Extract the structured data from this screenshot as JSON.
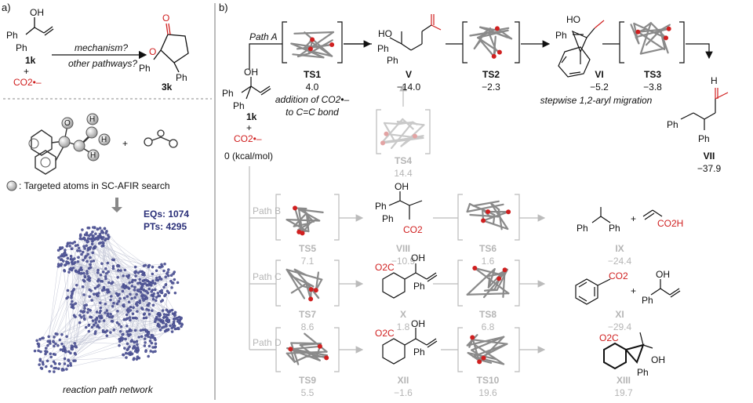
{
  "panel_a": {
    "label": "a)",
    "sm_oh": "OH",
    "sm_ph1": "Ph",
    "sm_ph2": "Ph",
    "sm_id": "1k",
    "plus": "+",
    "co2": "CO2•–",
    "question1": "mechanism?",
    "question2": "other pathways?",
    "prod_ph1": "Ph",
    "prod_ph2": "Ph",
    "prod_o": "O",
    "prod_o2": "O",
    "prod_id": "3k",
    "search_legend": ": Targeted atoms in SC-AFIR search",
    "atom_o": "O",
    "atom_h": "H",
    "eqs": "EQs: 1074",
    "pts": "PTs:  4295",
    "network_caption": "reaction path network"
  },
  "panel_b": {
    "label": "b)",
    "start": {
      "oh": "OH",
      "ph1": "Ph",
      "ph2": "Ph",
      "id": "1k",
      "plus": "+",
      "co2": "CO2•–",
      "energy": "0 (kcal/mol)"
    },
    "path_a": {
      "label": "Path A",
      "ts1": {
        "id": "TS1",
        "energy": "4.0"
      },
      "ts1_note1": "addition of CO2•–",
      "ts1_note2": "to C=C bond",
      "v": {
        "id": "V",
        "energy": "−14.0",
        "ho": "HO",
        "ph1": "Ph",
        "ph2": "Ph"
      },
      "ts2": {
        "id": "TS2",
        "energy": "−2.3"
      },
      "vi": {
        "id": "VI",
        "energy": "−5.2",
        "ho": "HO",
        "ph": "Ph"
      },
      "vi_note": "stepwise 1,2-aryl migration",
      "ts3": {
        "id": "TS3",
        "energy": "−3.8"
      },
      "vii": {
        "id": "VII",
        "energy": "−37.9",
        "h": "H",
        "ph1": "Ph",
        "ph2": "Ph"
      },
      "ts4": {
        "id": "TS4",
        "energy": "14.4"
      }
    },
    "path_b": {
      "label": "Path B",
      "ts5": {
        "id": "TS5",
        "energy": "7.1"
      },
      "viii": {
        "id": "VIII",
        "energy": "−10.9",
        "oh": "OH",
        "ph1": "Ph",
        "ph2": "Ph",
        "co2": "CO2"
      },
      "ts6": {
        "id": "TS6",
        "energy": "1.6"
      },
      "ix": {
        "id": "IX",
        "energy": "−24.4",
        "ph1": "Ph",
        "ph2": "Ph",
        "co2h": "CO2H",
        "plus": "+"
      }
    },
    "path_c": {
      "label": "Path C",
      "ts7": {
        "id": "TS7",
        "energy": "8.6"
      },
      "x": {
        "id": "X",
        "energy": "1.8",
        "o2c": "O2C",
        "oh": "OH",
        "ph": "Ph"
      },
      "ts8": {
        "id": "TS8",
        "energy": "6.8"
      },
      "xi": {
        "id": "XI",
        "energy": "−29.4",
        "co2": "CO2",
        "oh": "OH",
        "ph": "Ph",
        "plus": "+"
      }
    },
    "path_d": {
      "label": "Path D",
      "ts9": {
        "id": "TS9",
        "energy": "5.5"
      },
      "xii": {
        "id": "XII",
        "energy": "−1.6",
        "o2c": "O2C",
        "oh": "OH",
        "ph": "Ph"
      },
      "ts10": {
        "id": "TS10",
        "energy": "19.6"
      },
      "xiii": {
        "id": "XIII",
        "energy": "19.7",
        "o2c": "O2C",
        "oh": "OH",
        "ph": "Ph"
      }
    }
  },
  "colors": {
    "accent_red": "#d02020",
    "network_blue": "#2a2f78",
    "faded_gray": "#b5b5b5"
  }
}
